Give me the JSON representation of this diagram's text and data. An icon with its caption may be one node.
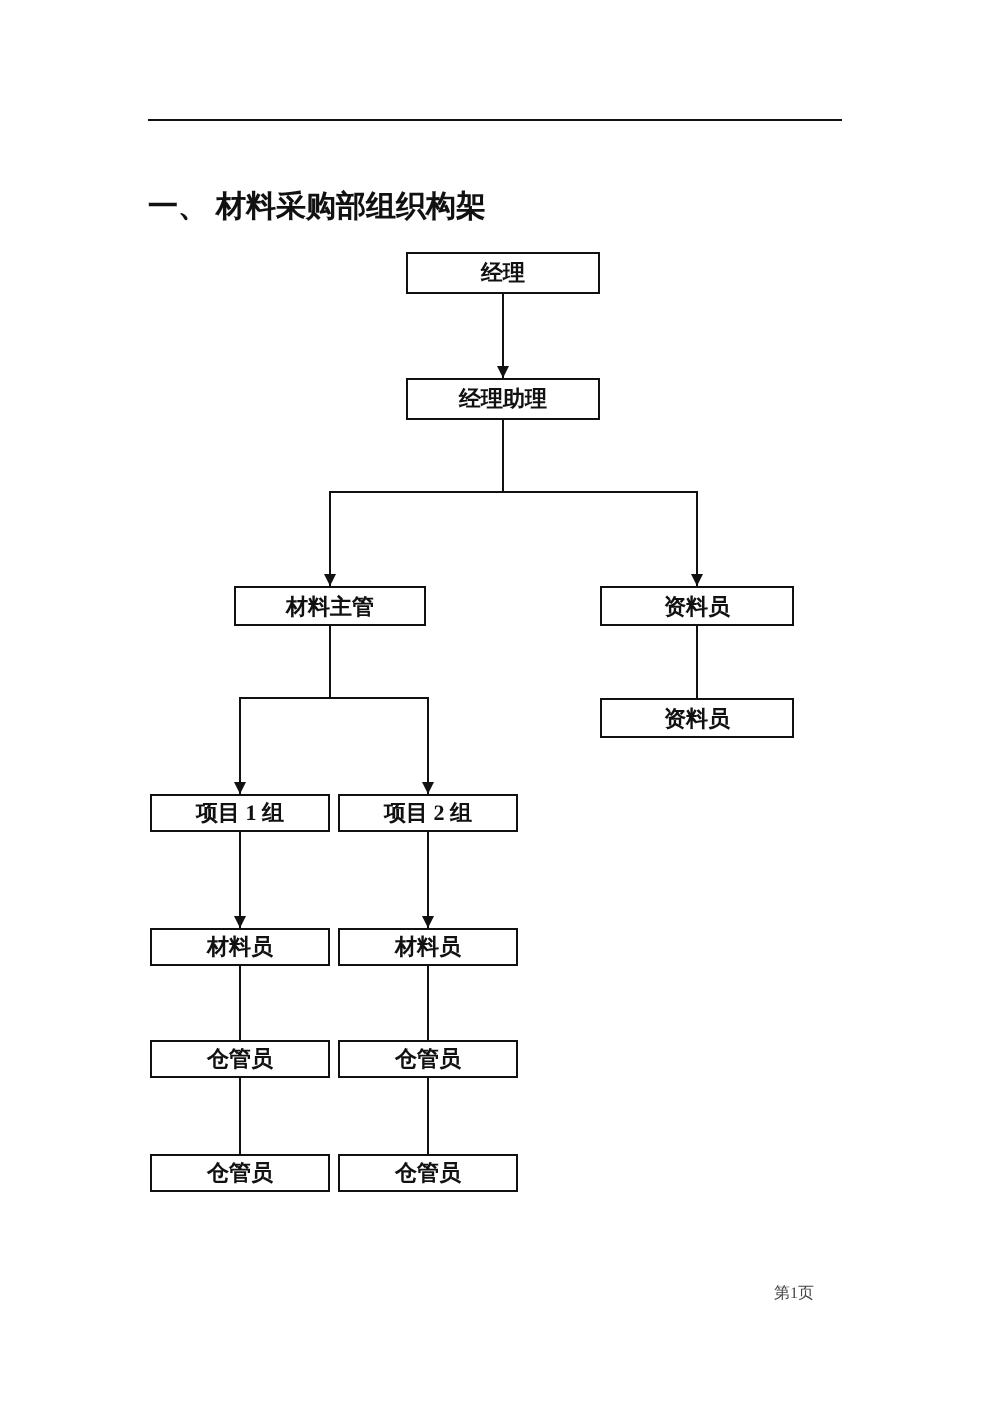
{
  "diagram": {
    "title": "一、 材料采购部组织构架",
    "nodes": [
      {
        "text": [
          "经理"
        ]
      },
      {
        "text": [
          "经理助理"
        ]
      },
      {
        "text": [
          "材料主管"
        ]
      },
      {
        "text": [
          "资料员"
        ]
      },
      {
        "text": [
          "资料员"
        ]
      },
      {
        "text": [
          "项目 1 组"
        ]
      },
      {
        "text": [
          "项目 2 组"
        ]
      },
      {
        "text": [
          "材料员"
        ]
      },
      {
        "text": [
          "材料员"
        ]
      },
      {
        "text": [
          "仓管员"
        ]
      },
      {
        "text": [
          "仓管员"
        ]
      },
      {
        "text": [
          "仓管员"
        ]
      },
      {
        "text": [
          "仓管员"
        ]
      }
    ],
    "edges": [
      {
        "from": 0,
        "to": 1,
        "arrow": "to"
      },
      {
        "from": 1,
        "to": 2,
        "arrow": "to"
      },
      {
        "from": 1,
        "to": 3,
        "arrow": "to"
      },
      {
        "from": 3,
        "to": 4,
        "arrow": "none"
      },
      {
        "from": 2,
        "to": 5,
        "arrow": "to"
      },
      {
        "from": 2,
        "to": 6,
        "arrow": "to"
      },
      {
        "from": 5,
        "to": 7,
        "arrow": "to"
      },
      {
        "from": 6,
        "to": 8,
        "arrow": "to"
      },
      {
        "from": 7,
        "to": 9,
        "arrow": "none"
      },
      {
        "from": 8,
        "to": 10,
        "arrow": "none"
      },
      {
        "from": 9,
        "to": 11,
        "arrow": "none"
      },
      {
        "from": 10,
        "to": 12,
        "arrow": "none"
      }
    ],
    "labels": [
      "第1页"
    ]
  }
}
